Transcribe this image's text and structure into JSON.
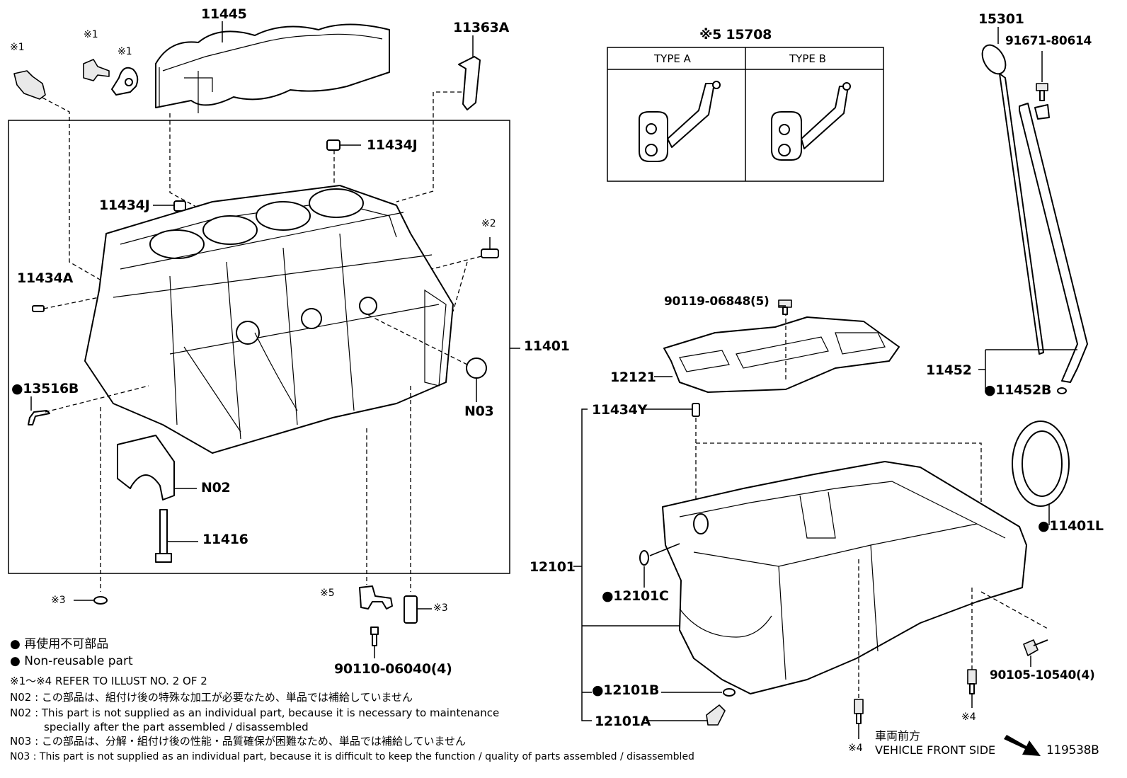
{
  "labels": {
    "p11445": "11445",
    "p11363A": "11363A",
    "s1a": "※1",
    "s1b": "※1",
    "s1c": "※1",
    "p11434J_top": "11434J",
    "p11434J_mid": "11434J",
    "s2": "※2",
    "p11434A": "11434A",
    "p11401": "11401",
    "p13516B": "●13516B",
    "pN03": "N03",
    "pN02": "N02",
    "p11416": "11416",
    "s3a": "※3",
    "s5b": "※5",
    "s3b": "※3",
    "p90110": "90110-06040(4)",
    "p15708": "※5 15708",
    "typeA": "TYPE A",
    "typeB": "TYPE B",
    "p15301": "15301",
    "p91671": "91671-80614",
    "p90119": "90119-06848(5)",
    "p12121": "12121",
    "p11452": "11452",
    "p11452B": "●11452B",
    "p11434Y": "11434Y",
    "p12101": "12101",
    "p11401L": "●11401L",
    "p12101C": "●12101C",
    "p12101B": "●12101B",
    "p12101A": "12101A",
    "p90105": "90105-10540(4)",
    "s4a": "※4",
    "s4b": "※4",
    "front_jp": "車両前方",
    "front_en": "VEHICLE FRONT SIDE",
    "illust_no": "119538B"
  },
  "notes": {
    "nonreuse_jp": "● 再使用不可部品",
    "nonreuse_en": "● Non-reusable part",
    "refer": "※1～※4  REFER TO ILLUST NO. 2 OF 2",
    "n02_jp": "N02 : この部品は、組付け後の特殊な加工が必要なため、単品では補給していません",
    "n02_en1": "N02 : This part is not supplied as an individual part, because it is necessary to maintenance",
    "n02_en2": "specially after the part assembled / disassembled",
    "n03_jp": "N03 : この部品は、分解・組付け後の性能・品質確保が困難なため、単品では補給していません",
    "n03_en": "N03 : This part is not supplied as an individual part, because it is difficult to keep the function / quality of parts  assembled / disassembled"
  }
}
